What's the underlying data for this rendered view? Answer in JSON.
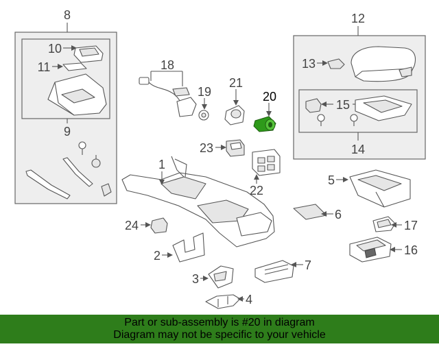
{
  "callouts": {
    "c1": "1",
    "c2": "2",
    "c3": "3",
    "c4": "4",
    "c5": "5",
    "c6": "6",
    "c7": "7",
    "c8": "8",
    "c9": "9",
    "c10": "10",
    "c11": "11",
    "c12": "12",
    "c13": "13",
    "c14": "14",
    "c15": "15",
    "c16": "16",
    "c17": "17",
    "c18": "18",
    "c19": "19",
    "c20": "20",
    "c21": "21",
    "c22": "22",
    "c23": "23",
    "c24": "24"
  },
  "highlight": {
    "part_number": "20",
    "color": "#2e9a1a"
  },
  "banner": {
    "line1": "Part or sub-assembly is #20 in diagram",
    "line2": "Diagram may not be specific to your vehicle",
    "background": "#2e7d1b"
  }
}
